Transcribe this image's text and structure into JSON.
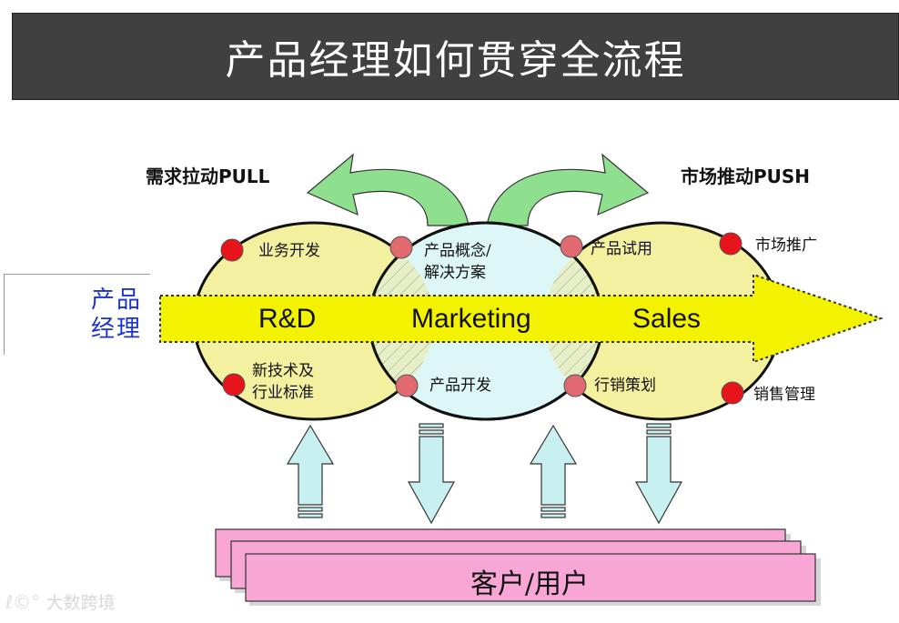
{
  "title": "产品经理如何贯穿全流程",
  "pull_label": "需求拉动PULL",
  "push_label": "市场推动PUSH",
  "product_manager": {
    "line1": "产品",
    "line2": "经理"
  },
  "circles": {
    "rd": "R&D",
    "marketing": "Marketing",
    "sales": "Sales"
  },
  "nodes": {
    "business_dev": "业务开发",
    "new_tech_line1": "新技术及",
    "new_tech_line2": "行业标准",
    "concept_line1": "产品概念/",
    "concept_line2": "解决方案",
    "product_dev": "产品开发",
    "product_trial": "产品试用",
    "market_promo": "市场推广",
    "sales_planning": "行销策划",
    "sales_mgmt": "销售管理"
  },
  "customer_label": "客户/用户",
  "watermark": {
    "logo": "ℓ©°",
    "text": "大数跨境"
  },
  "colors": {
    "title_bg": "#404040",
    "circle_yellow": "#f3f1a0",
    "circle_cyan": "#ddf6f6",
    "arrow_yellow": "#f3f300",
    "green_arrow": "#8ee08e",
    "node_red": "#e8141c",
    "node_pink": "#f07a7a",
    "box_pink": "#f7a6d6",
    "up_arrow": "#c8f0f0"
  }
}
